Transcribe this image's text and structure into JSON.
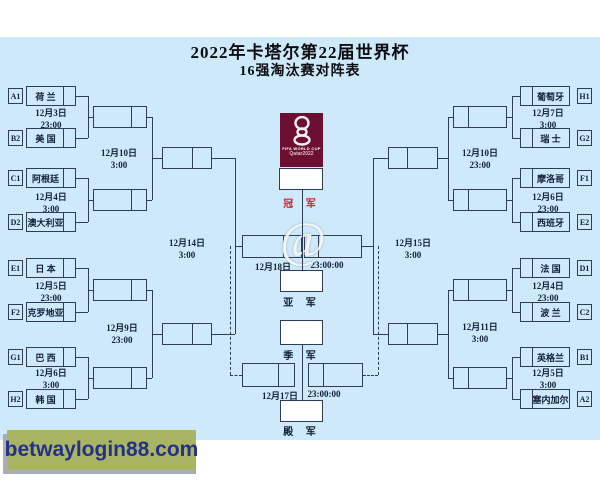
{
  "title": "2022年卡塔尔第22届世界杯",
  "subtitle": "16强淘汰赛对阵表",
  "watermark": "@",
  "banner": {
    "text": "betwaylogin88.com"
  },
  "logo": {
    "line1": "FIFA WORLD CUP",
    "line2": "Qatar2022"
  },
  "medals": {
    "champion": "冠 军",
    "runner_up": "亚 军",
    "third": "季 军",
    "fourth": "殿 军"
  },
  "final": {
    "date": "12月18日",
    "time": "23:00:00"
  },
  "third_place": {
    "date": "12月17日",
    "time": "23:00:00"
  },
  "semifinals": {
    "left": {
      "date": "12月14日",
      "time": "3:00"
    },
    "right": {
      "date": "12月15日",
      "time": "3:00"
    }
  },
  "quarterfinals": {
    "left_top": {
      "date": "12月10日",
      "time": "3:00"
    },
    "left_bottom": {
      "date": "12月9日",
      "time": "23:00"
    },
    "right_top": {
      "date": "12月10日",
      "time": "23:00"
    },
    "right_bottom": {
      "date": "12月11日",
      "time": "3:00"
    }
  },
  "round16": {
    "left": [
      {
        "seed1": "A1",
        "team1": "荷 兰",
        "seed2": "B2",
        "team2": "美 国",
        "date": "12月3日",
        "time": "23:00"
      },
      {
        "seed1": "C1",
        "team1": "阿根廷",
        "seed2": "D2",
        "team2": "澳大利亚",
        "date": "12月4日",
        "time": "3:00"
      },
      {
        "seed1": "E1",
        "team1": "日 本",
        "seed2": "F2",
        "team2": "克罗地亚",
        "date": "12月5日",
        "time": "23:00"
      },
      {
        "seed1": "G1",
        "team1": "巴 西",
        "seed2": "H2",
        "team2": "韩 国",
        "date": "12月6日",
        "time": "3:00"
      }
    ],
    "right": [
      {
        "seed1": "H1",
        "team1": "葡萄牙",
        "seed2": "G2",
        "team2": "瑞 士",
        "date": "12月7日",
        "time": "3:00"
      },
      {
        "seed1": "F1",
        "team1": "摩洛哥",
        "seed2": "E2",
        "team2": "西班牙",
        "date": "12月6日",
        "time": "23:00"
      },
      {
        "seed1": "D1",
        "team1": "法 国",
        "seed2": "C2",
        "team2": "波 兰",
        "date": "12月4日",
        "time": "23:00"
      },
      {
        "seed1": "B1",
        "team1": "英格兰",
        "seed2": "A2",
        "team2": "塞内加尔",
        "date": "12月5日",
        "time": "3:00"
      }
    ]
  },
  "colors": {
    "background": "#cde9fa",
    "line": "#2e3d55",
    "champion_red": "#c42a3a",
    "logo_maroon": "#6c0f31",
    "banner_bg": "#a9b562",
    "banner_text": "#223189"
  }
}
